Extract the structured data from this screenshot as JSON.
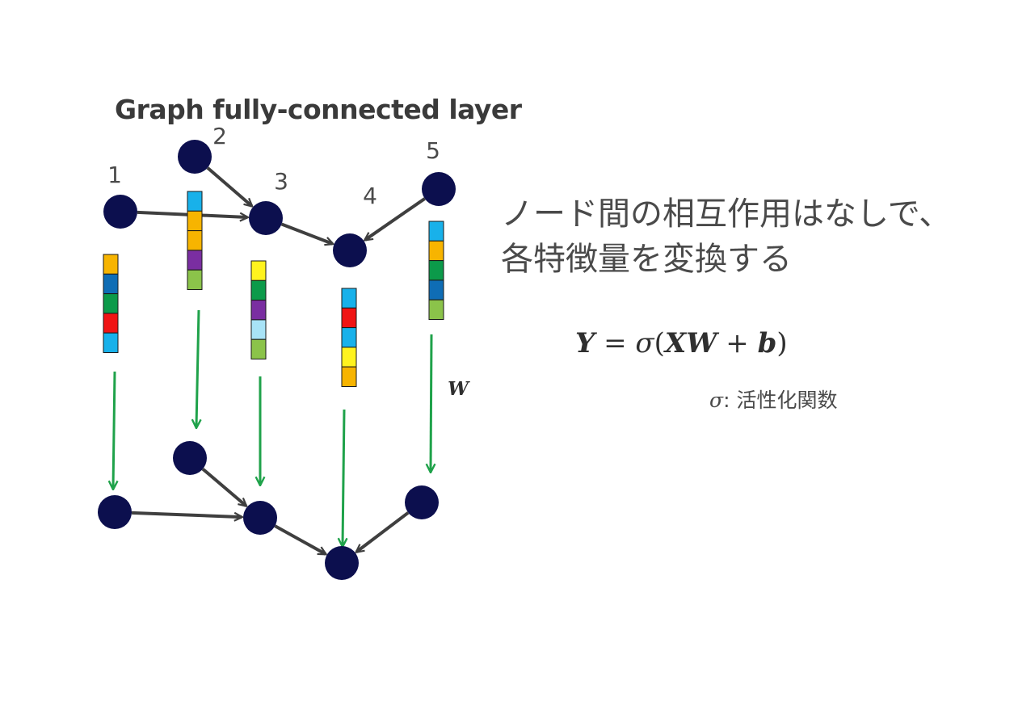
{
  "title": "Graph fully-connected layer",
  "description": {
    "line1": "ノード間の相互作用はなしで、",
    "line2": "各特徴量を変換する"
  },
  "formula": {
    "Y": "Y",
    "eq": " = ",
    "sigma": "σ",
    "open": "(",
    "XW": "XW",
    "plus": " + ",
    "b": "b",
    "close": ")"
  },
  "sigma_note": {
    "symbol": "σ",
    "text": ": 活性化関数"
  },
  "weight_label": "W",
  "node_labels": [
    "1",
    "2",
    "3",
    "4",
    "5"
  ],
  "colors": {
    "node": "#0c0f4e",
    "edge": "#3f3f3f",
    "transform_arrow": "#1fa24a",
    "feature": {
      "orange": "#f7b400",
      "blue": "#0f6db5",
      "green": "#0c9a4a",
      "red": "#f01414",
      "cyan": "#18b1ea",
      "purple": "#7a2ea1",
      "lightgreen": "#8bc34a",
      "yellow": "#fff31e",
      "lightblue": "#a8e3f7"
    }
  },
  "features": [
    [
      "orange",
      "blue",
      "green",
      "red",
      "cyan"
    ],
    [
      "cyan",
      "orange",
      "orange",
      "purple",
      "lightgreen"
    ],
    [
      "yellow",
      "green",
      "purple",
      "lightblue",
      "lightgreen"
    ],
    [
      "cyan",
      "red",
      "cyan",
      "yellow",
      "orange"
    ],
    [
      "cyan",
      "orange",
      "green",
      "blue",
      "lightgreen"
    ]
  ],
  "edges": [
    [
      0,
      2
    ],
    [
      1,
      2
    ],
    [
      2,
      3
    ],
    [
      4,
      3
    ]
  ]
}
